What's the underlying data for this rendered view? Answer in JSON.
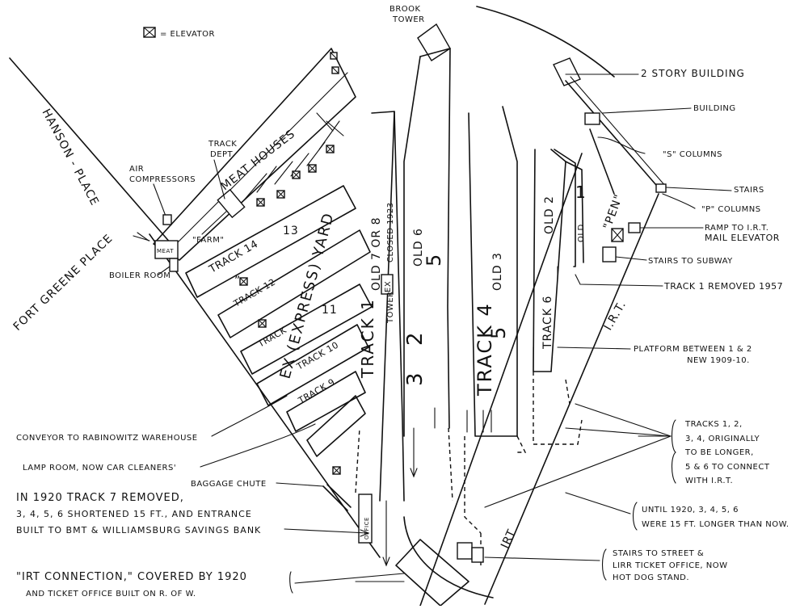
{
  "legend": {
    "elevator": "= ELEVATOR"
  },
  "labels": {
    "brook_tower": [
      "BROOK",
      "TOWER"
    ],
    "two_story": "2 STORY BUILDING",
    "building": "BUILDING",
    "s_columns": "\"S\" COLUMNS",
    "stairs": "STAIRS",
    "p_columns": "\"P\" COLUMNS",
    "ramp": "RAMP TO I.R.T.",
    "mail_elevator": "MAIL ELEVATOR",
    "stairs_subway": "STAIRS TO SUBWAY",
    "track1_removed": "TRACK 1 REMOVED 1957",
    "platform_1": "PLATFORM BETWEEN 1 & 2",
    "platform_2": "NEW 1909-10.",
    "tracks_note": [
      "TRACKS 1, 2,",
      "3, 4, ORIGINALLY",
      "TO BE LONGER,",
      "5 & 6 TO CONNECT",
      "WITH I.R.T."
    ],
    "until_1920": [
      "UNTIL 1920, 3, 4, 5, 6",
      "WERE 15 FT. LONGER THAN NOW."
    ],
    "stairs_street": [
      "STAIRS TO STREET &",
      "LIRR TICKET OFFICE, NOW",
      "HOT DOG STAND."
    ],
    "irt_connection": [
      "\"IRT CONNECTION,\" COVERED BY 1920",
      "AND TICKET OFFICE BUILT ON R. OF W."
    ],
    "in_1920": [
      "IN 1920 TRACK 7 REMOVED,",
      "3, 4, 5, 6 SHORTENED 15 FT., AND ENTRANCE",
      "BUILT TO BMT & WILLIAMSBURG SAVINGS BANK"
    ],
    "baggage": "BAGGAGE CHUTE",
    "lamp_room": "LAMP ROOM, NOW CAR CLEANERS'",
    "conveyor": "CONVEYOR TO RABINOWITZ WAREHOUSE",
    "boiler": "BOILER ROOM",
    "air_comp": [
      "AIR",
      "COMPRESSORS"
    ],
    "track_dept": [
      "TRACK",
      "DEPT."
    ],
    "meat_houses": "MEAT HOUSES",
    "meat": "MEAT",
    "farm": "\"FARM\"",
    "hanson": "HANSON - PLACE",
    "fort_greene": "FORT GREENE PLACE",
    "pen": "\"PEN\"",
    "irt": "I.R.T.",
    "irt_bottom": "IRT",
    "office": "OFFICE",
    "ex_yard": "EX (EXPRESS) YARD",
    "tower": "TOWER",
    "ex": "EX",
    "closed_1923": "CLOSED 1923",
    "track_14": "TRACK 14",
    "t13": "13",
    "track_12": "TRACK 12",
    "t11": "11",
    "track_10": "TRACK 10",
    "track_9": "TRACK 9",
    "t_track": "TRACK",
    "ditto": "”",
    "track_1": "TRACK 1",
    "old_7_or_8": "OLD 7 OR 8",
    "t2": "2",
    "t3": "3",
    "old_6": "OLD 6",
    "t5": "5",
    "track_4": "TRACK 4",
    "old_3": "OLD 3",
    "t5b": "5",
    "t6": "TRACK 6",
    "old_2": "OLD 2",
    "old_1_old": "OLD",
    "old_1_num": "1"
  }
}
